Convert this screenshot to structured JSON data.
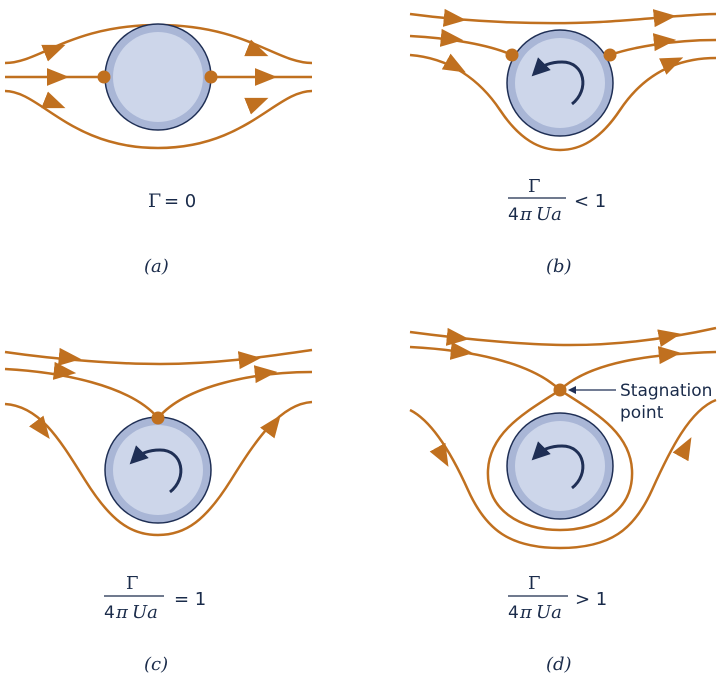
{
  "colors": {
    "streamline": "#c0701f",
    "cylinder_outer": "#a9b6d6",
    "cylinder_inner": "#cdd6ea",
    "cylinder_edge": "#1f2f55",
    "arrow": "#1f2f55",
    "stagnation_dot": "#c0701f",
    "text": "#1a2b4a"
  },
  "panels": [
    {
      "id": "a",
      "caption": "(a)",
      "gamma_symbol": "Γ",
      "relation": "= 0",
      "fraction": false,
      "rotation": "none"
    },
    {
      "id": "b",
      "caption": "(b)",
      "numerator": "Γ",
      "denominator_num": "4",
      "denominator_pi": "π",
      "denominator_vars": "Ua",
      "relation": "< 1",
      "fraction": true,
      "rotation": "counterclockwise"
    },
    {
      "id": "c",
      "caption": "(c)",
      "numerator": "Γ",
      "denominator_num": "4",
      "denominator_pi": "π",
      "denominator_vars": "Ua",
      "relation": "= 1",
      "fraction": true,
      "rotation": "counterclockwise"
    },
    {
      "id": "d",
      "caption": "(d)",
      "numerator": "Γ",
      "denominator_num": "4",
      "denominator_pi": "π",
      "denominator_vars": "Ua",
      "relation": "> 1",
      "fraction": true,
      "rotation": "counterclockwise"
    }
  ],
  "annotations": {
    "stagnation_line1": "Stagnation",
    "stagnation_line2": "point"
  }
}
